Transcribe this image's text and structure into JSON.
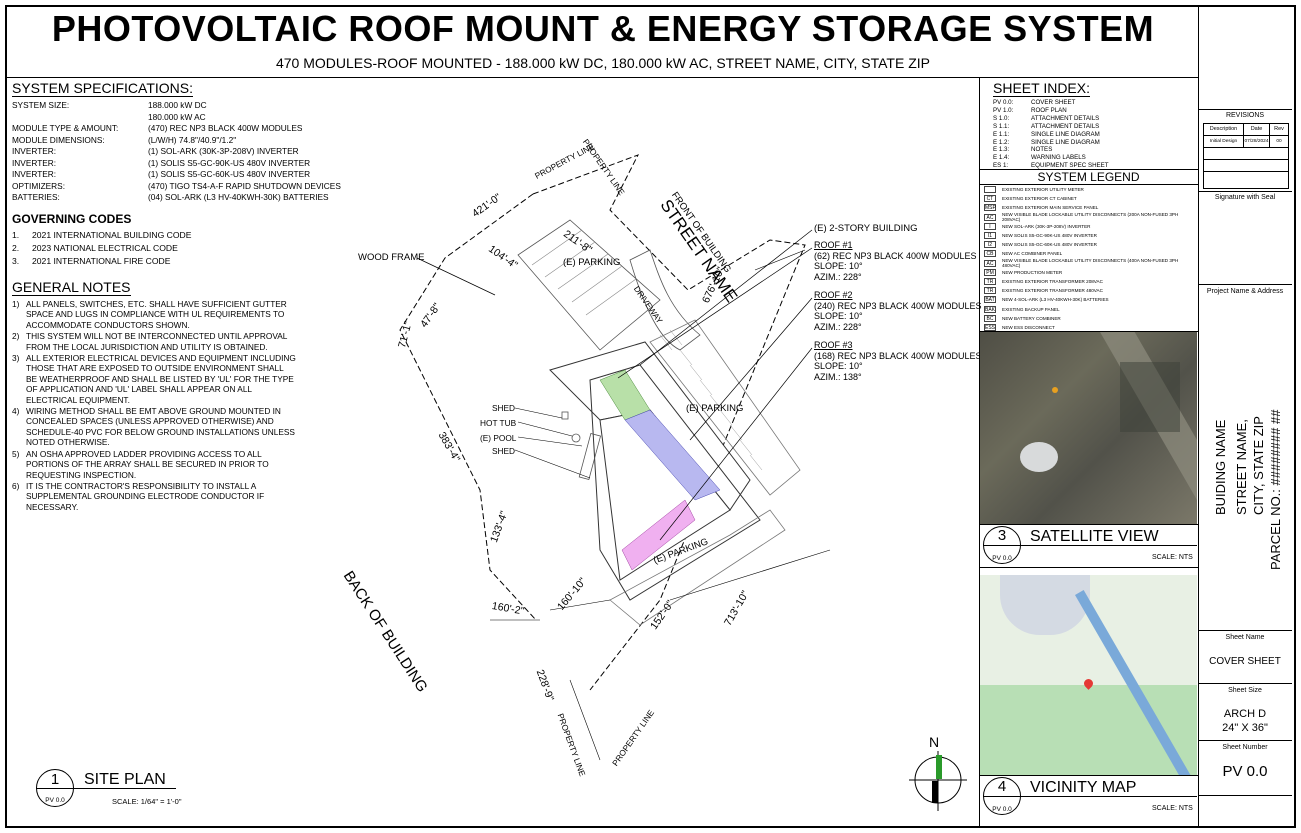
{
  "header": {
    "title": "PHOTOVOLTAIC ROOF MOUNT & ENERGY STORAGE SYSTEM",
    "subtitle": "470 MODULES-ROOF MOUNTED - 188.000 kW DC, 180.000 kW AC, STREET NAME, CITY, STATE ZIP"
  },
  "specs": {
    "heading": "SYSTEM SPECIFICATIONS:",
    "rows": [
      {
        "k": "SYSTEM SIZE:",
        "v": "188.000 kW DC"
      },
      {
        "k": "",
        "v": "180.000 kW AC"
      },
      {
        "k": "MODULE TYPE & AMOUNT:",
        "v": "(470) REC NP3 BLACK 400W MODULES"
      },
      {
        "k": "MODULE DIMENSIONS:",
        "v": "(L/W/H) 74.8\"/40.9\"/1.2\""
      },
      {
        "k": "INVERTER:",
        "v": "(1) SOL-ARK (30K-3P-208V) INVERTER"
      },
      {
        "k": "INVERTER:",
        "v": "(1) SOLIS S5-GC-90K-US 480V INVERTER"
      },
      {
        "k": "INVERTER:",
        "v": "(1) SOLIS S5-GC-60K-US 480V INVERTER"
      },
      {
        "k": "OPTIMIZERS:",
        "v": "(470) TIGO TS4-A-F RAPID SHUTDOWN DEVICES"
      },
      {
        "k": "BATTERIES:",
        "v": "(04) SOL-ARK (L3 HV-40KWH-30K) BATTERIES"
      }
    ]
  },
  "codes": {
    "heading": "GOVERNING CODES",
    "rows": [
      {
        "n": "1.",
        "t": "2021  INTERNATIONAL BUILDING CODE"
      },
      {
        "n": "2.",
        "t": "2023  NATIONAL ELECTRICAL CODE"
      },
      {
        "n": "3.",
        "t": "2021  INTERNATIONAL FIRE CODE"
      }
    ]
  },
  "notes": {
    "heading": "GENERAL NOTES",
    "rows": [
      {
        "n": "1)",
        "t": "ALL PANELS, SWITCHES, ETC. SHALL HAVE SUFFICIENT GUTTER SPACE AND LUGS IN COMPLIANCE WITH UL REQUIREMENTS TO ACCOMMODATE CONDUCTORS SHOWN."
      },
      {
        "n": "2)",
        "t": "THIS SYSTEM WILL NOT BE INTERCONNECTED UNTIL APPROVAL FROM THE LOCAL JURISDICTION AND UTILITY IS OBTAINED."
      },
      {
        "n": "3)",
        "t": "ALL EXTERIOR ELECTRICAL DEVICES AND EQUIPMENT INCLUDING THOSE THAT ARE EXPOSED TO OUTSIDE ENVIRONMENT SHALL BE WEATHERPROOF AND SHALL BE LISTED BY 'UL' FOR THE TYPE OF APPLICATION AND 'UL' LABEL SHALL APPEAR ON ALL ELECTRICAL EQUIPMENT."
      },
      {
        "n": "4)",
        "t": "WIRING METHOD SHALL BE EMT ABOVE GROUND MOUNTED IN CONCEALED SPACES (UNLESS APPROVED OTHERWISE) AND SCHEDULE-40 PVC FOR BELOW GROUND INSTALLATIONS UNLESS NOTED OTHERWISE."
      },
      {
        "n": "5)",
        "t": "AN OSHA APPROVED LADDER PROVIDING ACCESS TO ALL PORTIONS OF THE ARRAY SHALL BE SECURED IN PRIOR TO REQUESTING INSPECTION."
      },
      {
        "n": "6)",
        "t": "IT IS THE CONTRACTOR'S RESPONSIBILITY TO INSTALL A SUPPLEMENTAL GROUNDING ELECTRODE CONDUCTOR IF NECESSARY."
      }
    ]
  },
  "site": {
    "street": "STREET NAME",
    "front": "FRONT OF BUILDING",
    "back": "BACK OF BUILDING",
    "property_line": "PROPERTY LINE",
    "wood_frame": "WOOD FRAME",
    "parking": "(E) PARKING",
    "driveway": "DRIVEWAY",
    "shed": "SHED",
    "hot_tub": "HOT TUB",
    "pool": "(E) POOL",
    "building": "(E) 2-STORY BUILDING",
    "dims": {
      "d1": "421'-0\"",
      "d2": "104'-4\"",
      "d3": "211'-8\"",
      "d4": "676'-10\"",
      "d5": "47'-8\"",
      "d6": "71'-1\"",
      "d7": "383'-4\"",
      "d8": "133'-4\"",
      "d9": "160'-2\"",
      "d10": "160'-10\"",
      "d11": "152'-0\"",
      "d12": "713'-10\"",
      "d13": "228'-9\""
    },
    "roofs": [
      {
        "title": "ROOF #1",
        "modules": "(62) REC NP3 BLACK 400W MODULES",
        "slope": "SLOPE: 10°",
        "azim": "AZIM.: 228°"
      },
      {
        "title": "ROOF #2",
        "modules": "(240) REC NP3 BLACK 400W MODULES",
        "slope": "SLOPE: 10°",
        "azim": "AZIM.: 228°"
      },
      {
        "title": "ROOF #3",
        "modules": "(168) REC NP3 BLACK 400W MODULES",
        "slope": "SLOPE: 10°",
        "azim": "AZIM.: 138°"
      }
    ]
  },
  "site_plan": {
    "num": "1",
    "title": "SITE PLAN",
    "sheet": "PV 0.0",
    "scale": "SCALE: 1/64\" = 1'-0\""
  },
  "north": "N",
  "sheet_index": {
    "heading": "SHEET INDEX:",
    "rows": [
      {
        "c": "PV 0.0:",
        "t": "COVER SHEET"
      },
      {
        "c": "PV 1.0:",
        "t": "ROOF PLAN"
      },
      {
        "c": "S 1.0:",
        "t": "ATTACHMENT DETAILS"
      },
      {
        "c": "S 1.1:",
        "t": "ATTACHMENT DETAILS"
      },
      {
        "c": "E 1.1:",
        "t": "SINGLE LINE DIAGRAM"
      },
      {
        "c": "E 1.2:",
        "t": "SINGLE LINE DIAGRAM"
      },
      {
        "c": "E 1.3:",
        "t": "NOTES"
      },
      {
        "c": "E 1.4:",
        "t": "WARNING LABELS"
      },
      {
        "c": "ES 1:",
        "t": "EQUIPMENT SPEC SHEET"
      }
    ]
  },
  "legend": {
    "heading": "SYSTEM LEGEND",
    "rows": [
      {
        "s": "",
        "t": "EXISTING EXTERIOR UTILITY METER"
      },
      {
        "s": "CT",
        "t": "EXISTING EXTERIOR CT CABINET"
      },
      {
        "s": "MSP",
        "t": "EXISTING EXTERIOR MAIN SERVICE PANEL"
      },
      {
        "s": "AC",
        "t": "NEW VISIBLE BLADE LOCKABLE UTILITY DISCONNECTS (200A NON-FUSED 3PH 208VAC)"
      },
      {
        "s": "I",
        "t": "NEW SOL-ARK (30K-3P-208V) INVERTER"
      },
      {
        "s": "I1",
        "t": "NEW SOLIS S5-GC-90K-US 480V INVERTER"
      },
      {
        "s": "I2",
        "t": "NEW SOLIS S5-GC-60K-US 480V INVERTER"
      },
      {
        "s": "CB",
        "t": "NEW AC COMBINER PANEL"
      },
      {
        "s": "AC",
        "t": "NEW VISIBLE BLADE LOCKABLE UTILITY DISCONNECTS (400A NON-FUSED 3PH 480VAC)"
      },
      {
        "s": "PM",
        "t": "NEW PRODUCTION METER"
      },
      {
        "s": "TR",
        "t": "EXISTING EXTERIOR TRANSFORMER 208VAC"
      },
      {
        "s": "TR",
        "t": "EXISTING EXTERIOR TRANSFORMER 480VAC"
      },
      {
        "s": "BAT",
        "t": "NEW 4-SOL-ARK (L3 HV-40KWH-30K) BATTERIES"
      },
      {
        "s": "BAK",
        "t": "EXISTING BACKUP PANEL"
      },
      {
        "s": "BC",
        "t": "NEW BATTERY COMBINER"
      },
      {
        "s": "ESS",
        "t": "NEW ESS DISCONNECT"
      }
    ]
  },
  "satellite": {
    "num": "3",
    "title": "SATELLITE VIEW",
    "sheet": "PV 0.0",
    "scale": "SCALE: NTS"
  },
  "vicinity": {
    "num": "4",
    "title": "VICINITY MAP",
    "sheet": "PV 0.0",
    "scale": "SCALE: NTS"
  },
  "title_block": {
    "revisions": "REVISIONS",
    "rev_headers": [
      "Description",
      "Date",
      "Rev"
    ],
    "rev_row": [
      "Initial Design",
      "07/28/2024",
      "00"
    ],
    "signature": "Signature with Seal",
    "project_label": "Project Name & Address",
    "building": "BUIDING NAME",
    "street": "STREET NAME,",
    "city": "CITY, STATE ZIP",
    "parcel": "PARCEL NO.: ######## ##",
    "sheet_name_label": "Sheet Name",
    "sheet_name": "COVER SHEET",
    "sheet_size_label": "Sheet Size",
    "sheet_size": "ARCH D",
    "sheet_size_2": "24\" X 36\"",
    "sheet_number_label": "Sheet Number",
    "sheet_number": "PV 0.0"
  }
}
